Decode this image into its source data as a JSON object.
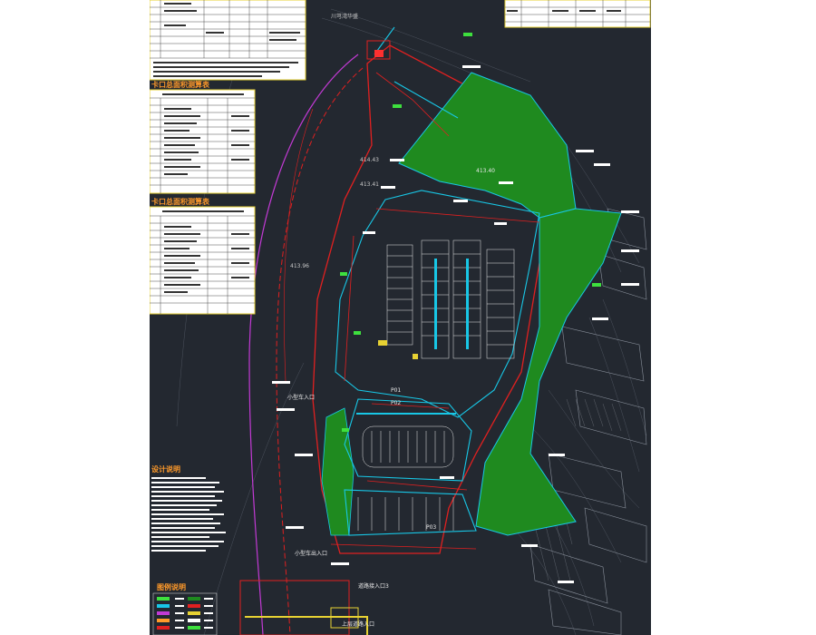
{
  "viewer": {
    "background": "#232830",
    "page_background": "#ffffff"
  },
  "drawing": {
    "site_label_top": "川芎湾华盛",
    "elevation_main": "413.40",
    "elevation_left_upper": "414.43",
    "elevation_left_mid": "413.41",
    "elevation_left_arc": "413.96",
    "parking_codes": [
      "P01",
      "P02",
      "P03"
    ],
    "entrance_label_1": "小型车入口",
    "entrance_label_2": "小型车出入口",
    "bottom_label": "上层道路入口",
    "ramp_label": "道路接入口3"
  },
  "tables": {
    "table2_title": "卡口总面积测算表",
    "table3_title": "卡口总面积测算表"
  },
  "notes": {
    "title": "设计说明"
  },
  "legend": {
    "title": "图例说明"
  },
  "colors": {
    "green_zone": "#1f8a1f",
    "road_cyan": "#18c7e6",
    "boundary_red": "#e02020",
    "arc_magenta": "#c23ad4",
    "accent_orange": "#ff9a2a",
    "paper_yellow_border": "#e7d233"
  }
}
